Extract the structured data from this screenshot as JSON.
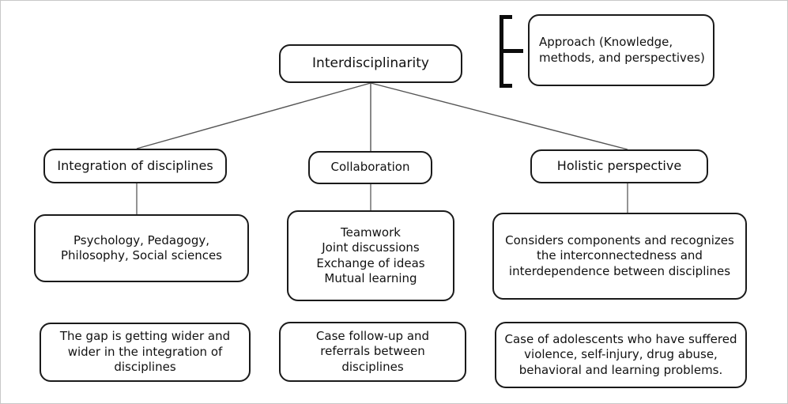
{
  "diagram": {
    "title": "Interdisciplinarity concept map",
    "accent_color": "#1a1a1a",
    "background_color": "#ffffff",
    "frame_color": "#c8c8c8",
    "root": {
      "label": "Interdisciplinarity"
    },
    "annotation": {
      "bracket": "curly-bracket",
      "label": "Approach (Knowledge,\nmethods, and perspectives)"
    },
    "branches": [
      {
        "key": "integration",
        "label": "Integration of disciplines",
        "detail": "Psychology, Pedagogy,\nPhilosophy, Social sciences",
        "example": "The gap is getting wider and\nwider in the integration of\ndisciplines"
      },
      {
        "key": "collaboration",
        "label": "Collaboration",
        "detail": "Teamwork\nJoint discussions\nExchange of ideas\nMutual learning",
        "example": "Case follow-up and\nreferrals between\ndisciplines"
      },
      {
        "key": "holistic",
        "label": "Holistic perspective",
        "detail": "Considers components and recognizes\nthe interconnectedness and\ninterdependence between disciplines",
        "example": "Case of adolescents who have suffered\nviolence, self-injury, drug abuse,\nbehavioral and learning problems."
      }
    ]
  }
}
